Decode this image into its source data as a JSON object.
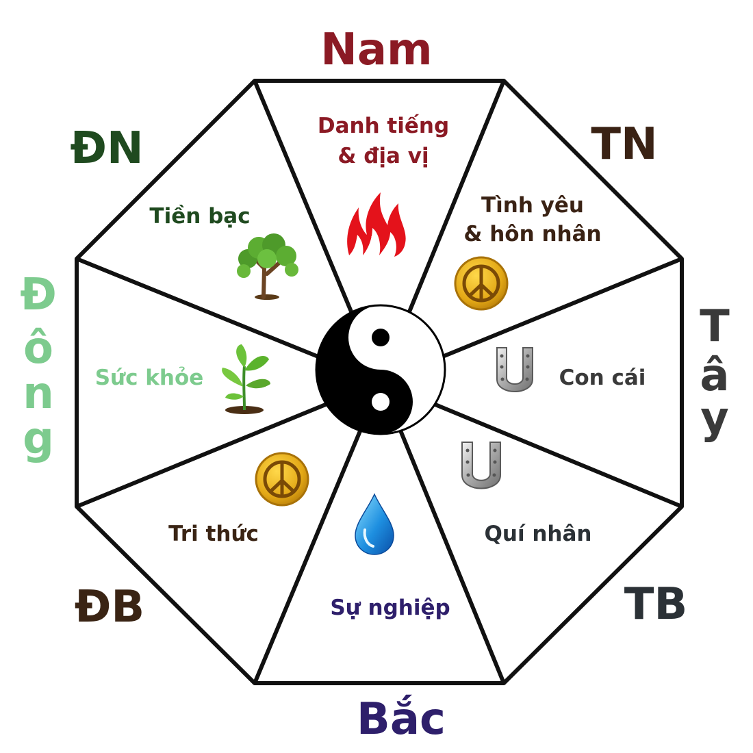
{
  "directions": {
    "south": "Nam",
    "southwest": "TN",
    "west": [
      "T",
      "â",
      "y"
    ],
    "northwest": "TB",
    "north": "Bắc",
    "northeast": "ĐB",
    "east": [
      "Đ",
      "ô",
      "n",
      "g"
    ],
    "southeast": "ĐN"
  },
  "areas": {
    "fame": [
      "Danh tiếng",
      "& địa vị"
    ],
    "love": [
      "Tình yêu",
      "& hôn nhân"
    ],
    "children": "Con cái",
    "helpers": "Quí nhân",
    "career": "Sự nghiệp",
    "knowledge": "Tri thức",
    "health": "Sức khỏe",
    "wealth": "Tiền bạc"
  },
  "colors": {
    "south": "#8b1a24",
    "southwest": "#3a2214",
    "west": "#3a3a3a",
    "northwest": "#2b3136",
    "north": "#2e1f6b",
    "northeast": "#3a2414",
    "east": "#7dcb8e",
    "southeast": "#1f4a1f",
    "fame": "#8b1a24",
    "love": "#3a2214",
    "children": "#3a3a3a",
    "helpers": "#2b3136",
    "career": "#2e1f6b",
    "knowledge": "#3a2414",
    "health": "#7dcb8e",
    "wealth": "#1f4a1f"
  },
  "icons": {
    "fame": "fire-icon",
    "love": "peace-sign-icon",
    "children": "horseshoe-icon",
    "helpers": "horseshoe-icon",
    "career": "water-drop-icon",
    "knowledge": "peace-sign-icon",
    "health": "sprout-icon",
    "wealth": "tree-icon",
    "center": "yin-yang-icon"
  }
}
